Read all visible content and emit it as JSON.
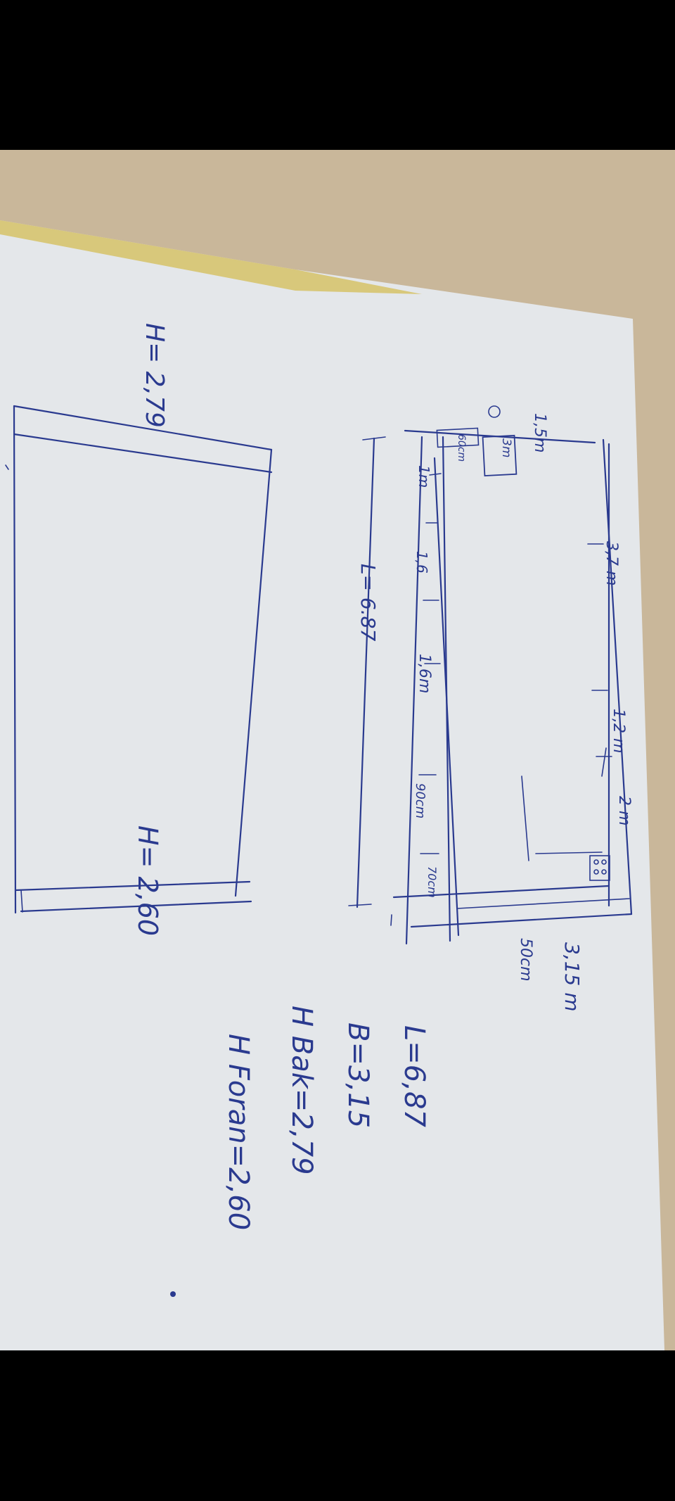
{
  "sketch": {
    "plan": {
      "dim_top_left": "1,5m",
      "dim_top_seg1": "3,7 m",
      "dim_top_seg2": "1,2 m",
      "dim_top_seg3": "2 m",
      "dim_right_height": "3,15 m",
      "dim_right_small": "50cm",
      "box_3m": "3m",
      "box_60cm": "60cm",
      "dim_bottom_1": "1m",
      "dim_bottom_2": "1,6",
      "dim_bottom_3": "1,6m",
      "dim_bottom_4": "90cm",
      "dim_bottom_5": "70cm",
      "total_length": "L= 6.87"
    },
    "section": {
      "height_left": "H= 2,79",
      "height_right": "H= 2,60"
    },
    "summary": {
      "length": "L=6,87",
      "width": "B=3,15",
      "height_bak": "H Bak=2,79",
      "height_front": "H Foran=2,60"
    }
  }
}
